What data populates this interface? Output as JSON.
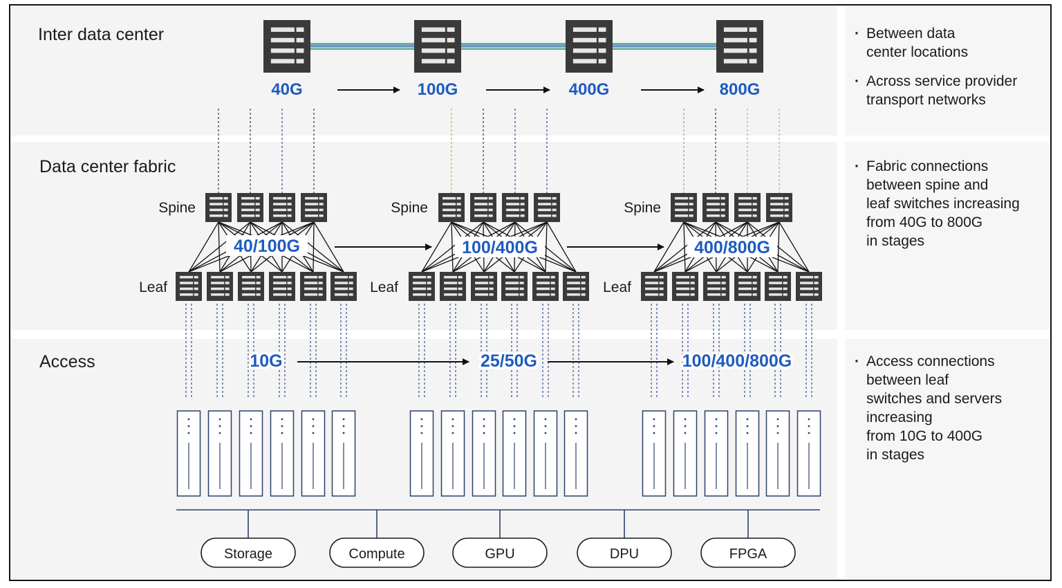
{
  "sections": {
    "inter_dc": {
      "title": "Inter data center"
    },
    "fabric": {
      "title": "Data center fabric"
    },
    "access": {
      "title": "Access"
    }
  },
  "inter_dc": {
    "speeds": [
      "40G",
      "100G",
      "400G",
      "800G"
    ],
    "notes": [
      "Between data\ncenter locations",
      "Across service provider\ntransport networks"
    ]
  },
  "fabric": {
    "pods": [
      {
        "spine_label": "Spine",
        "leaf_label": "Leaf",
        "speed": "40/100G"
      },
      {
        "spine_label": "Spine",
        "leaf_label": "Leaf",
        "speed": "100/400G"
      },
      {
        "spine_label": "Spine",
        "leaf_label": "Leaf",
        "speed": "400/800G"
      }
    ],
    "notes": [
      "Fabric connections\nbetween spine and\nleaf switches increasing\nfrom 40G to 800G\nin stages"
    ]
  },
  "access": {
    "speeds": [
      "10G",
      "25/50G",
      "100/400/800G"
    ],
    "notes": [
      "Access connections\nbetween leaf\nswitches and servers\nincreasing\nfrom 10G to 400G\nin stages"
    ]
  },
  "workloads": [
    "Storage",
    "Compute",
    "GPU",
    "DPU",
    "FPGA"
  ],
  "colors": {
    "speed_label": "#1e5bbf",
    "device": "#3a3a3a",
    "band": "#f4f4f4",
    "link_blue": "#4a7fd0",
    "link_green": "#3ba55c",
    "link_orange": "#e8a33a"
  }
}
